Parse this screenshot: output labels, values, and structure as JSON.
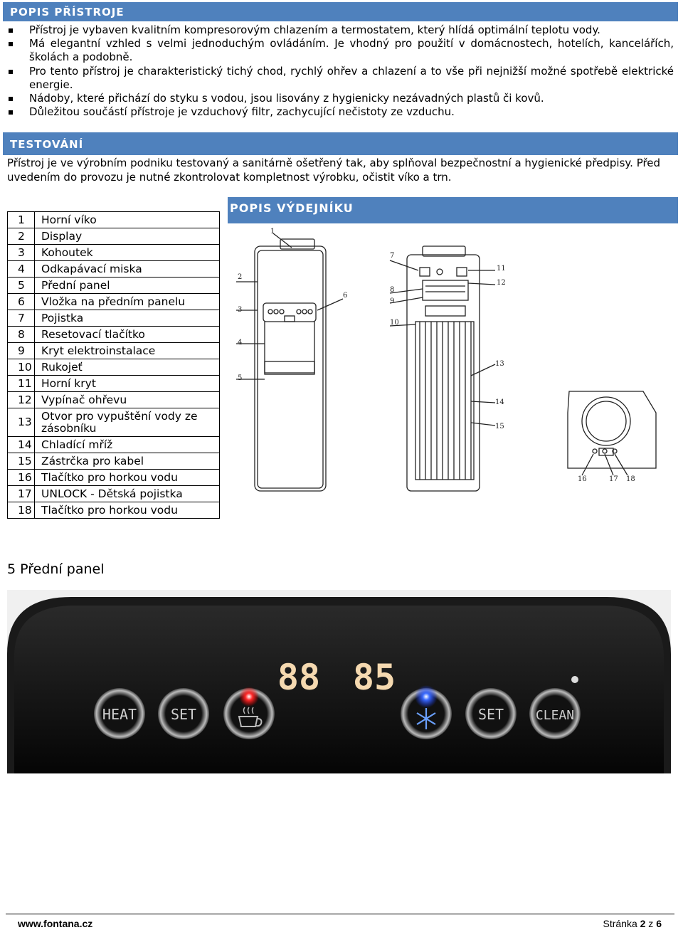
{
  "section1": {
    "title": "POPIS PŘÍSTROJE",
    "bullets": [
      "Přístroj je vybaven kvalitním kompresorovým chlazením a termostatem, který hlídá optimální teplotu vody.",
      "Má elegantní vzhled s velmi jednoduchým ovládáním. Je vhodný pro použití v domácnostech, hotelích, kancelářích, školách a podobně.",
      "Pro tento přístroj je charakteristický tichý chod, rychlý ohřev a chlazení a to vše při nejnižší možné spotřebě elektrické energie.",
      "Nádoby, které přichází do styku s vodou, jsou lisovány z hygienicky nezávadných plastů či kovů.",
      "Důležitou součástí přístroje je vzduchový filtr, zachycující nečistoty ze vzduchu."
    ]
  },
  "section2": {
    "title": "TESTOVÁNÍ",
    "text": "Přístroj je ve výrobním podniku testovaný a sanitárně ošetřený tak, aby splňoval bezpečnostní a hygienické předpisy. Před uvedením do provozu je nutné zkontrolovat kompletnost výrobku, očistit víko a trn."
  },
  "section3": {
    "title": "POPIS VÝDEJNÍKU"
  },
  "parts": [
    {
      "num": "1",
      "name": "Horní víko"
    },
    {
      "num": "2",
      "name": "Display"
    },
    {
      "num": "3",
      "name": "Kohoutek"
    },
    {
      "num": "4",
      "name": "Odkapávací miska"
    },
    {
      "num": "5",
      "name": "Přední panel"
    },
    {
      "num": "6",
      "name": "Vložka na předním panelu"
    },
    {
      "num": "7",
      "name": "Pojistka"
    },
    {
      "num": "8",
      "name": "Resetovací tlačítko"
    },
    {
      "num": "9",
      "name": "Kryt elektroinstalace"
    },
    {
      "num": "10",
      "name": "Rukojeť"
    },
    {
      "num": "11",
      "name": "Horní kryt"
    },
    {
      "num": "12",
      "name": "Vypínač ohřevu"
    },
    {
      "num": "13",
      "name": "Otvor pro vypuštění vody ze zásobníku"
    },
    {
      "num": "14",
      "name": "Chladící mříž"
    },
    {
      "num": "15",
      "name": "Zástrčka pro kabel"
    },
    {
      "num": "16",
      "name": "Tlačítko pro horkou vodu"
    },
    {
      "num": "17",
      "name": "UNLOCK - Dětská pojistka"
    },
    {
      "num": "18",
      "name": "Tlačítko pro horkou vodu"
    }
  ],
  "diagram_labels": {
    "front": [
      "1",
      "2",
      "3",
      "4",
      "5",
      "6"
    ],
    "back": [
      "7",
      "8",
      "9",
      "10",
      "11",
      "12",
      "13",
      "14",
      "15"
    ],
    "top": [
      "16",
      "17",
      "18"
    ]
  },
  "panel_section": {
    "title": "5 Přední panel",
    "display_left": "88",
    "display_right": "85",
    "buttons": [
      "HEAT",
      "SET",
      "",
      "",
      "SET",
      "CLEAN"
    ],
    "colors": {
      "hot_led": "#ff2222",
      "cold_led": "#2a5cff",
      "display": "#f5d9b0"
    }
  },
  "footer": {
    "website": "www.fontana.cz",
    "page_prefix": "Stránka ",
    "page_current": "2",
    "page_mid": " z ",
    "page_total": "6"
  }
}
